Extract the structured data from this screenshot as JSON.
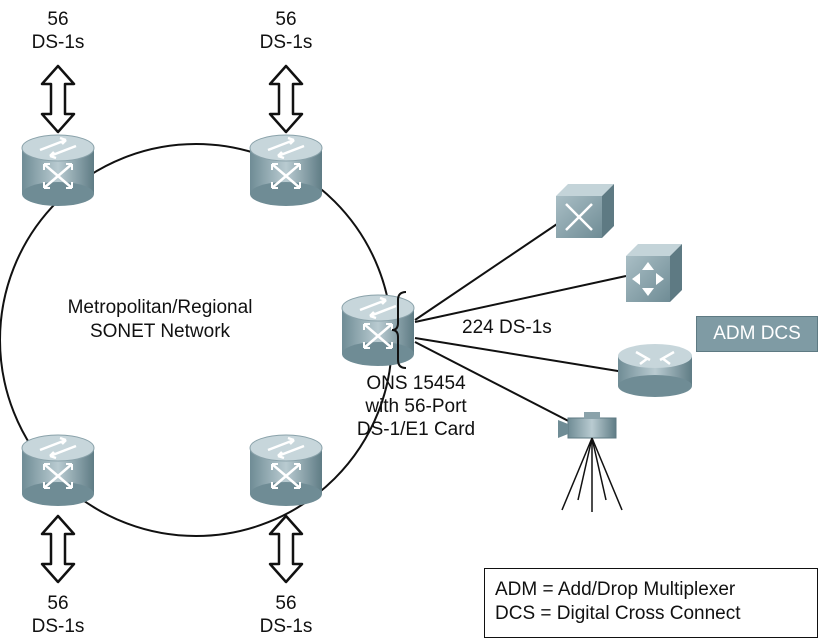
{
  "corner_labels": [
    {
      "count": "56",
      "unit": "DS-1s"
    },
    {
      "count": "56",
      "unit": "DS-1s"
    },
    {
      "count": "56",
      "unit": "DS-1s"
    },
    {
      "count": "56",
      "unit": "DS-1s"
    }
  ],
  "ring": {
    "line1": "Metropolitan/Regional",
    "line2": "SONET Network"
  },
  "ons": {
    "line1": "ONS 15454",
    "line2": "with 56-Port",
    "line3": "DS-1/E1 Card"
  },
  "fanout_label": "224 DS-1s",
  "adm_dcs_label": "ADM DCS",
  "legend": {
    "line1": "ADM = Add/Drop Multiplexer",
    "line2": "DCS = Digital Cross Connect"
  },
  "colors": {
    "device": "#7f9ba4",
    "device_dark": "#5e7a83",
    "device_light": "#b7c9cf"
  }
}
